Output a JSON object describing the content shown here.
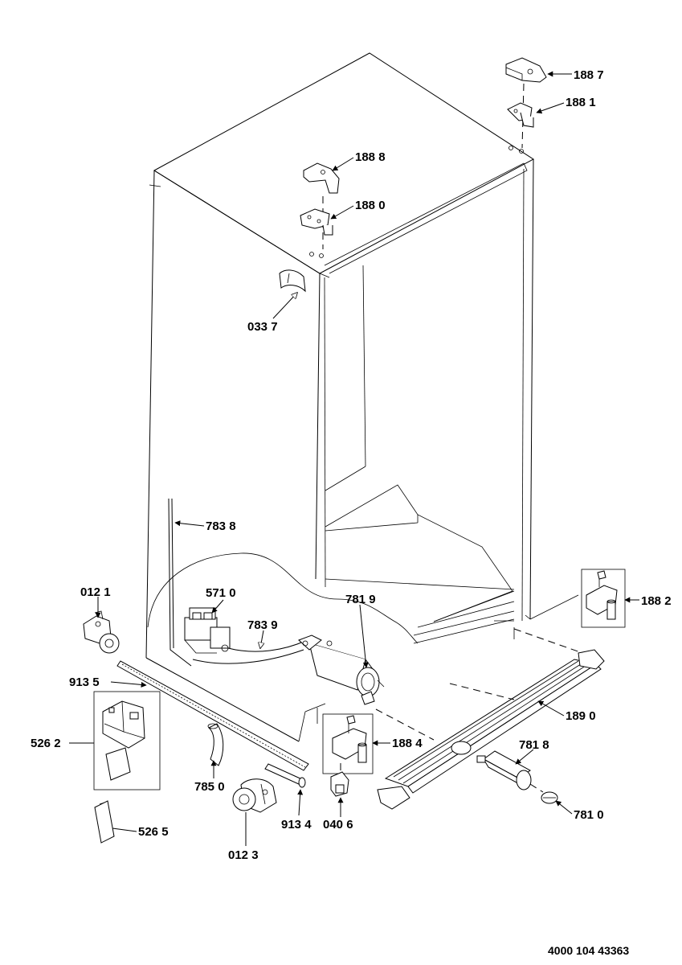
{
  "labels": {
    "p1887": "188 7",
    "p1881": "188 1",
    "p1888": "188 8",
    "p1880": "188 0",
    "p0337": "033 7",
    "p7838": "783 8",
    "p0121": "012 1",
    "p5710": "571 0",
    "p7839": "783 9",
    "p7819": "781 9",
    "p1882": "188 2",
    "p9135": "913 5",
    "p1890": "189 0",
    "p5262": "526 2",
    "p1884": "188 4",
    "p7818": "781 8",
    "p7850": "785 0",
    "p9134": "913 4",
    "p0406": "040 6",
    "p7810": "781 0",
    "p5265": "526 5",
    "p0123": "012 3"
  },
  "document_number": "4000 104 43363"
}
